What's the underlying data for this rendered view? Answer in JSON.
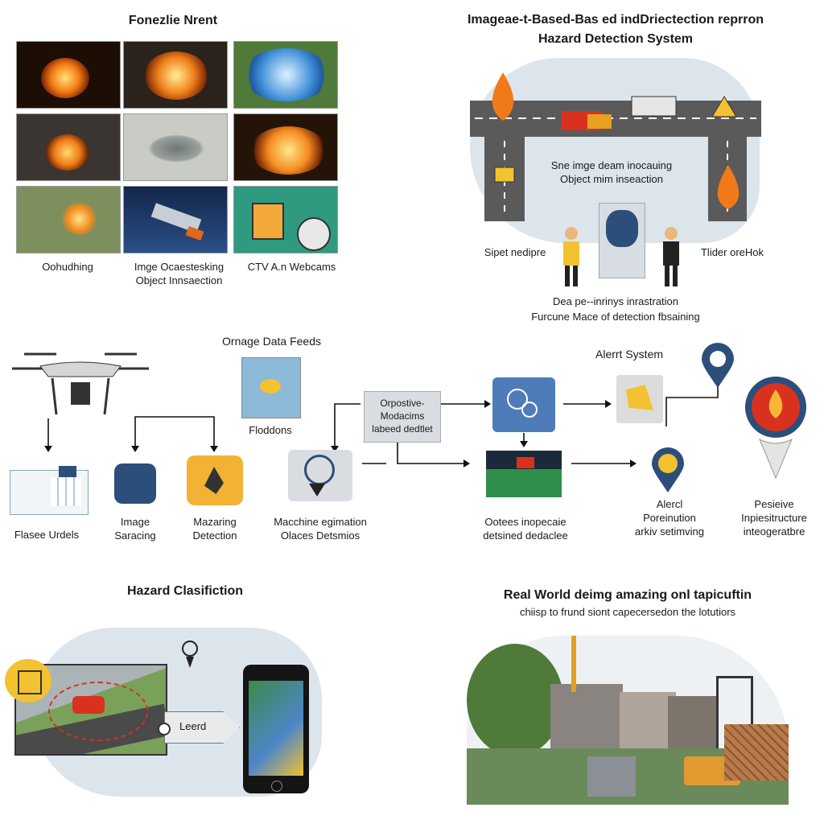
{
  "top_left": {
    "title": "Fonezlie Nrent",
    "captions": [
      "Oohudhing",
      "Imge Ocaestesking\nObject Innsaection",
      "CTV A.n Webcams"
    ]
  },
  "top_right": {
    "title_line1": "Imageae-t-Based-Bas ed indDriectection reprron",
    "title_line2": "Hazard Detection System",
    "center_text": "Sne imge deam inocauing\nObject mim inseaction",
    "left_label": "Sipet nedipre",
    "right_label": "Tlider oreHok",
    "bottom_line1": "Dea pe--inrinys inrastration",
    "bottom_line2": "Furcune Mace of detection fbsaining"
  },
  "middle": {
    "feeds_title": "Ornage Data Feeds",
    "feeds_caption": "Floddons",
    "process_box": "Orpostive-\nModacims\nlabeed dedtlet",
    "alert_title": "Alerrt System",
    "captions": {
      "flasee": "Flasee Urdels",
      "image_sarcing": "Image\nSaracing",
      "mazaring": "Mazaring\nDetection",
      "machine": "Macchine egimation\nOlaces Detsmios",
      "ootees": "Ootees inopecaie\ndetsined dedaclee",
      "alerel": "Alercl\nPoreinution\narkiv setimving",
      "pesieive": "Pesieive\nInpiesitructure\ninteogeratbre"
    }
  },
  "bottom_left": {
    "title": "Hazard Clasifiction",
    "legend_label": "Leerd"
  },
  "bottom_right": {
    "title_line1": "Real World deimg amazing onl tapicuftin",
    "title_line2": "chiisp to frund siont capecersedon the lotutiors"
  },
  "colors": {
    "fire": "#f07a18",
    "panel_bg": "#dde5ec",
    "road": "#5a5a5a",
    "pin_blue": "#2c4e7a",
    "yellow": "#f2c230"
  }
}
